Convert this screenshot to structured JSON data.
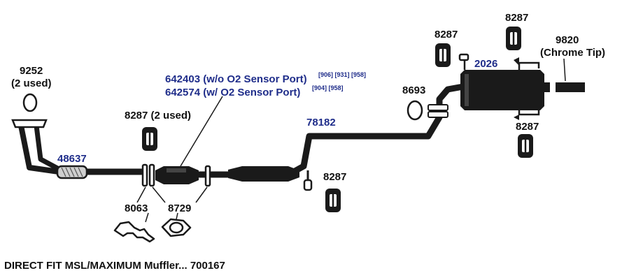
{
  "colors": {
    "part_number_blue": "#1f2d8a",
    "pipe": "#1a1a1a",
    "text": "#111111"
  },
  "labels": {
    "gasket_9252": "9252",
    "gasket_9252_note": "(2 used)",
    "pipe_48637": "48637",
    "hanger_8287_left": "8287 (2 used)",
    "gasket_8063": "8063",
    "flange_8729": "8729",
    "converter_line1": "642403 (w/o O2 Sensor Port)",
    "converter_line1_refs": "[906] [931] [958]",
    "converter_line2": "642574 (w/ O2 Sensor Port)",
    "converter_line2_refs": "[904] [958]",
    "pipe_78182": "78182",
    "hanger_8287_mid": "8287",
    "gasket_8693": "8693",
    "muffler_2026": "2026",
    "hanger_8287_top_left": "8287",
    "hanger_8287_top_right": "8287",
    "hanger_8287_right": "8287",
    "tip_9820": "9820",
    "tip_9820_note": "(Chrome Tip)"
  },
  "footer": {
    "title": "DIRECT FIT MSL/MAXIMUM Muffler... 700167"
  }
}
